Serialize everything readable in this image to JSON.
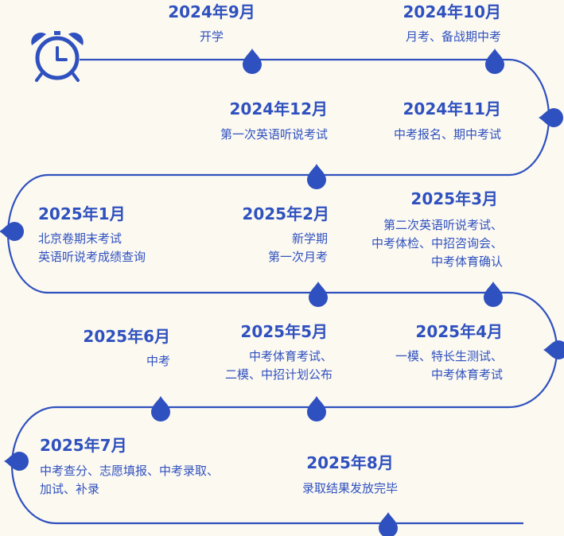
{
  "events": [
    {
      "date": "2024年9月",
      "lines": [
        "开学"
      ]
    },
    {
      "date": "2024年10月",
      "lines": [
        "月考、备战期中考"
      ]
    },
    {
      "date": "2024年11月",
      "lines": [
        "中考报名、期中考试"
      ]
    },
    {
      "date": "2024年12月",
      "lines": [
        "第一次英语听说考试"
      ]
    },
    {
      "date": "2025年1月",
      "lines": [
        "北京卷期末考试",
        "英语听说考成绩查询"
      ]
    },
    {
      "date": "2025年2月",
      "lines": [
        "新学期",
        "第一次月考"
      ]
    },
    {
      "date": "2025年3月",
      "lines": [
        "第二次英语听说考试、",
        "中考体检、中招咨询会、",
        "中考体育确认"
      ]
    },
    {
      "date": "2025年4月",
      "lines": [
        "一模、特长生测试、",
        "中考体育考试"
      ]
    },
    {
      "date": "2025年5月",
      "lines": [
        "中考体育考试、",
        "二模、中招计划公布"
      ]
    },
    {
      "date": "2025年6月",
      "lines": [
        "中考"
      ]
    },
    {
      "date": "2025年7月",
      "lines": [
        "中考查分、志愿填报、中考录取、",
        "加试、补录"
      ]
    },
    {
      "date": "2025年8月",
      "lines": [
        "录取结果发放完毕"
      ]
    }
  ],
  "colors": {
    "accent": "#2f51bf",
    "background": "#fcf9f1"
  },
  "icons": {
    "start": "alarm-clock-icon",
    "marker": "drop-marker-icon"
  }
}
